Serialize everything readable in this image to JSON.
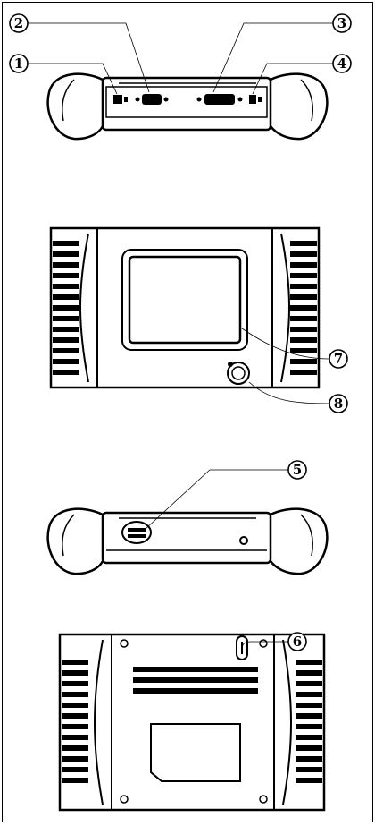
{
  "callouts": [
    {
      "id": "1",
      "label": "1"
    },
    {
      "id": "2",
      "label": "2"
    },
    {
      "id": "3",
      "label": "3"
    },
    {
      "id": "4",
      "label": "4"
    },
    {
      "id": "5",
      "label": "5"
    },
    {
      "id": "6",
      "label": "6"
    },
    {
      "id": "7",
      "label": "7"
    },
    {
      "id": "8",
      "label": "8"
    }
  ],
  "colors": {
    "stroke": "#000000",
    "background": "#ffffff"
  }
}
